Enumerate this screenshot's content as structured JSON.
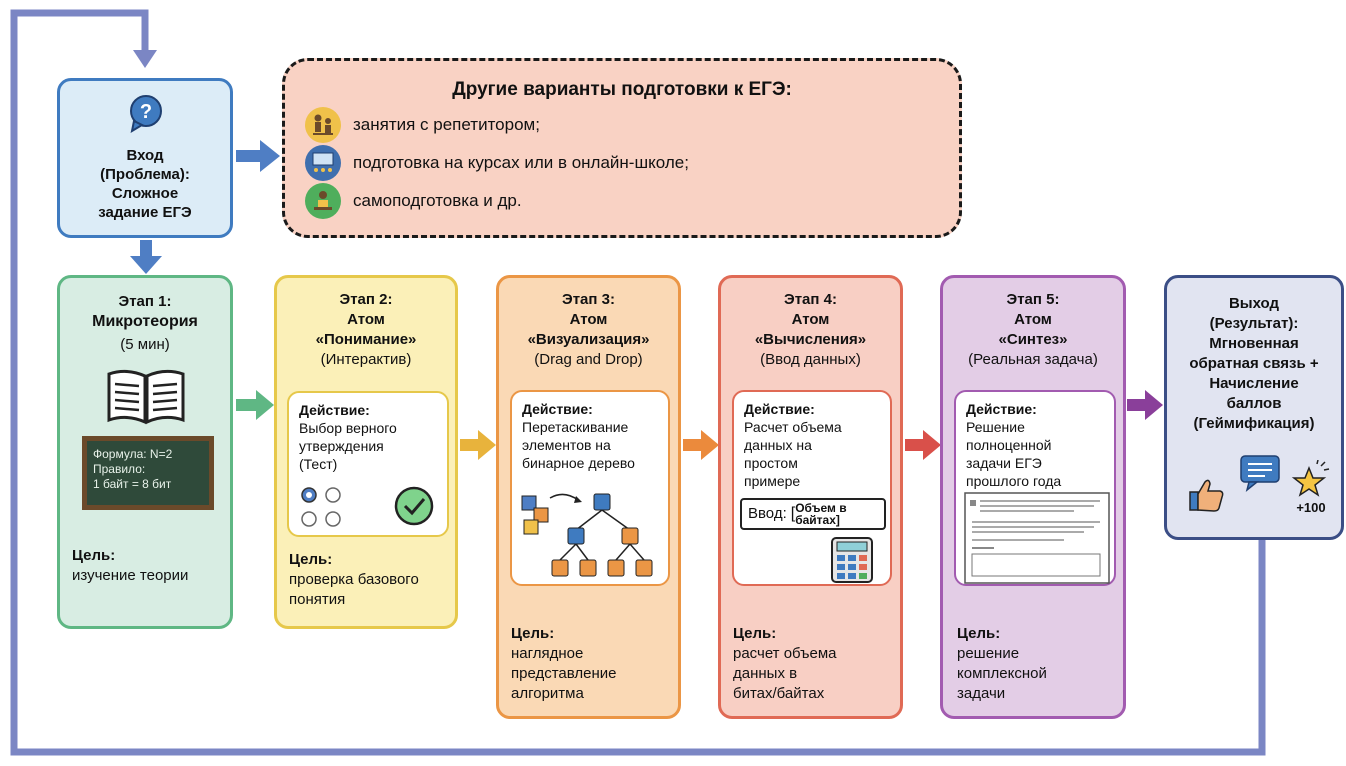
{
  "input": {
    "label_1": "Вход",
    "label_2": "(Проблема):",
    "label_3": "Сложное",
    "label_4": "задание ЕГЭ"
  },
  "alternatives": {
    "title": "Другие варианты подготовки к ЕГЭ:",
    "items": [
      {
        "text": "занятия с репетитором;",
        "icon": "tutor-icon"
      },
      {
        "text": "подготовка на курсах или в онлайн-школе;",
        "icon": "classroom-icon"
      },
      {
        "text": "самоподготовка и др.",
        "icon": "self-study-icon"
      }
    ]
  },
  "stages": [
    {
      "title_1": "Этап 1:",
      "title_2": "Микротеория",
      "title_3": "(5 мин)",
      "board": {
        "line_1": "Формула: N=2",
        "line_2": "Правило:",
        "line_3": "1 байт = 8 бит"
      },
      "goal_label": "Цель:",
      "goal_lines": [
        "изучение теории"
      ]
    },
    {
      "title_1": "Этап 2:",
      "title_2": "Атом",
      "title_3": "«Понимание»",
      "title_4": "(Интерактив)",
      "action_label": "Действие:",
      "action_lines": [
        "Выбор верного",
        "утверждения",
        "(Тест)"
      ],
      "goal_label": "Цель:",
      "goal_lines": [
        "проверка базового",
        "понятия"
      ]
    },
    {
      "title_1": "Этап 3:",
      "title_2": "Атом",
      "title_3": "«Визуализация»",
      "title_4": "(Drag and Drop)",
      "action_label": "Действие:",
      "action_lines": [
        "Перетаскивание",
        "элементов на",
        "бинарное дерево"
      ],
      "goal_label": "Цель:",
      "goal_lines": [
        "наглядное",
        "представление",
        "алгоритма"
      ]
    },
    {
      "title_1": "Этап 4:",
      "title_2": "Атом",
      "title_3": "«Вычисления»",
      "title_4": "(Ввод данных)",
      "action_label": "Действие:",
      "action_lines": [
        "Расчет объема",
        "данных на",
        "простом",
        "примере"
      ],
      "input_label": "Ввод:",
      "input_value_1": "Объем в",
      "input_value_2": "байтах]",
      "goal_label": "Цель:",
      "goal_lines": [
        "расчет объема",
        "данных в",
        "битах/байтах"
      ]
    },
    {
      "title_1": "Этап 5:",
      "title_2": "Атом",
      "title_3": "«Синтез»",
      "title_4": "(Реальная задача)",
      "action_label": "Действие:",
      "action_lines": [
        "Решение",
        "полноценной",
        "задачи ЕГЭ",
        "прошлого года"
      ],
      "goal_label": "Цель:",
      "goal_lines": [
        "решение",
        "комплексной",
        "задачи"
      ]
    }
  ],
  "output": {
    "lines": [
      "Выход",
      "(Результат):",
      "Мгновенная",
      "обратная связь +",
      "Начисление",
      "баллов",
      "(Геймификация)"
    ],
    "points": "+100"
  },
  "colors": {
    "arrow_blue": "#4f7ec4",
    "loop_line": "#7b86c4",
    "input_bg": "#dcecf7",
    "alt_bg": "#f9d2c4",
    "stage1_bg": "#d8ede3",
    "stage2_bg": "#fbf0b8",
    "stage3_bg": "#fad9b5",
    "stage4_bg": "#f8cfc4",
    "stage5_bg": "#e3cde6",
    "output_bg": "#e1e4f1"
  }
}
